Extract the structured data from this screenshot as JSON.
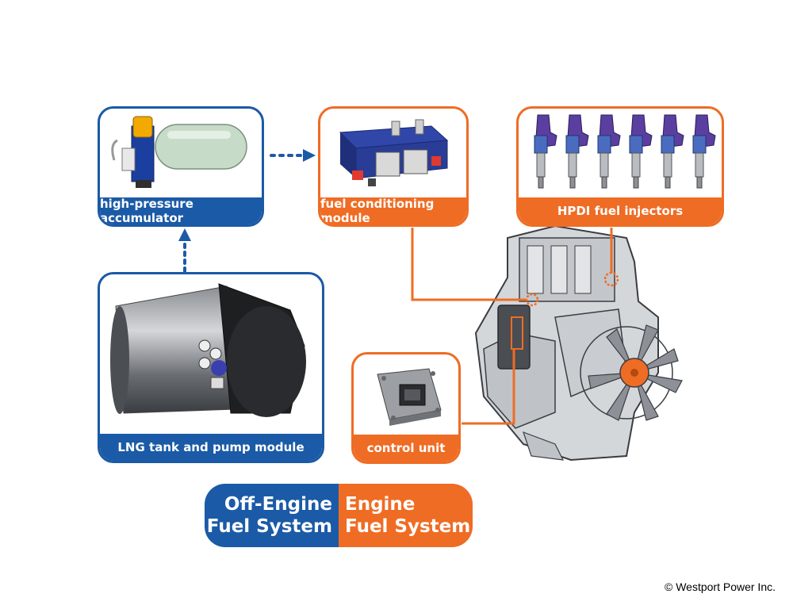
{
  "components": {
    "accumulator": "high-pressure accumulator",
    "fuel_conditioning": "fuel conditioning module",
    "injectors": "HPDI fuel injectors",
    "lng_tank": "LNG tank and pump module",
    "control_unit": "control unit"
  },
  "legend": {
    "off_engine_line1": "Off-Engine",
    "off_engine_line2": "Fuel System",
    "engine_line1": "Engine",
    "engine_line2": "Fuel System"
  },
  "copyright": "© Westport Power Inc.",
  "colors": {
    "off_engine": "#1b5aa6",
    "engine": "#ef6c24"
  }
}
